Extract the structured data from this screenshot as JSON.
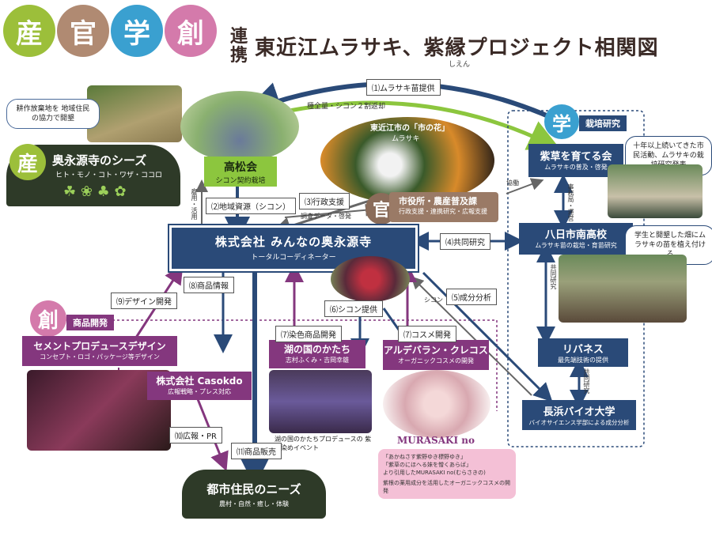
{
  "header": {
    "circles": [
      "産",
      "官",
      "学",
      "創"
    ],
    "vertical": "連携",
    "title": "東近江ムラサキ、紫縁プロジェクト相関図",
    "ruby": "しえん"
  },
  "colors": {
    "navy": "#2a4a78",
    "green": "#8cc63e",
    "purple": "#84377e",
    "darkgreen": "#2e3a28",
    "pink": "#e58cb5"
  },
  "nodes": {
    "sangyo": {
      "mark": "産",
      "title": "奥永源寺のシーズ",
      "sub": "ヒト・モノ・コト・ワザ・ココロ",
      "note": "耕作放棄地を 地域住民の協力で開墾"
    },
    "takamatsu": {
      "title": "高松会",
      "sub": "シコン契約栽培"
    },
    "shiyakusho": {
      "mark": "官",
      "title": "市役所・農産普及課",
      "sub": "行政支援・連携研究・広報支援",
      "city_flower": "東近江市の「市の花」",
      "flower_name": "ムラサキ"
    },
    "center": {
      "title": "株式会社 みんなの奥永源寺",
      "sub": "トータルコーディネーター"
    },
    "gaku": {
      "mark": "学",
      "label": "栽培研究"
    },
    "murasaki_kai": {
      "title": "紫草を育てる会",
      "sub": "ムラサキの普及・啓発",
      "note": "十年以上続いてきた市民活動、ムラサキの栽培研究発表"
    },
    "yokaichi": {
      "title": "八日市南高校",
      "sub": "ムラサキ苗の栽培・育苗研究",
      "note": "学生と開墾した畑にムラサキの苗を植え付ける"
    },
    "rivaness": {
      "title": "リバネス",
      "sub": "最先端技術の提供"
    },
    "nagahama": {
      "title": "長浜バイオ大学",
      "sub": "バイオサイエンス学部による成分分析"
    },
    "so": {
      "mark": "創",
      "label": "商品開発"
    },
    "cement": {
      "title": "セメントプロデュースデザイン",
      "sub": "コンセプト・ロゴ・パッケージ等デザイン"
    },
    "casokdo": {
      "title": "株式会社 Casokdo",
      "sub": "広報戦略・プレス対応"
    },
    "katachi": {
      "title": "湖の国のかたち",
      "sub": "志村ふくみ・吉岡幸雄",
      "note": "湖の国のかたちプロデュースの 紫根染めイベント"
    },
    "aldebaran": {
      "title": "アルデバラン・クレコス",
      "sub": "オーガニックコスメの開発"
    },
    "murasaki_no": {
      "logo": "MURASAKI no",
      "note1": "「あかねさす紫野ゆき標野ゆき」",
      "note2": "「紫草のにほへる妹を憎くあらば」",
      "note3": "より引用したMURASAKI no(むらさきの)",
      "note4": "紫根の薬用成分を活用したオーガニックコスメの開発"
    },
    "needs": {
      "title": "都市住民のニーズ",
      "sub": "農村・自然・癒し・体験"
    }
  },
  "links": {
    "l1": "⑴ムラサキ苗提供",
    "l1sub": "種全量・シコン２割返却",
    "l2": "⑵地域資源（シコン）",
    "l3": "⑶行政支援",
    "l3sub": "調査データ・啓発",
    "l4": "⑷共同研究",
    "l5": "⑸成分分析",
    "l5sub": "シコン",
    "l6": "⑹シコン提供",
    "l7a": "⑺染色商品開発",
    "l7b": "⑺コスメ開発",
    "l8": "⑻商品情報",
    "l9": "⑼デザイン開発",
    "l10": "⑽広報・PR",
    "l11": "⑾商品販売",
    "koyo": "雇用・活用",
    "kyodo": "協働",
    "jimukyoku": "事務局・運営",
    "kyodo_kenkyu1": "共同研究",
    "kyodo_kenkyu2": "共同研究"
  }
}
